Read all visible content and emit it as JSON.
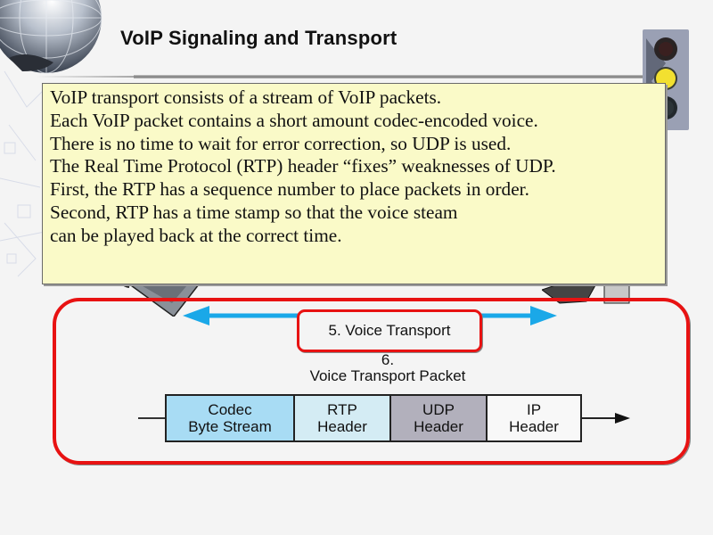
{
  "slide": {
    "title": "VoIP Signaling and Transport",
    "body_lines": [
      "VoIP transport consists of a stream of VoIP packets.",
      "Each VoIP packet contains a short amount codec-encoded voice.",
      "There is no time to wait for error correction, so UDP is used.",
      "The Real Time Protocol (RTP) header “fixes” weaknesses of UDP.",
      "First, the RTP has a sequence number to place packets in order.",
      "Second, RTP has a time stamp so that the voice steam",
      "can be played back at the correct time."
    ],
    "traffic_light": {
      "active": "yellow"
    },
    "icons": [
      "globe-icon",
      "traffic-light-icon",
      "telephone-icon",
      "computer-icon"
    ]
  },
  "diagram": {
    "transport_label": "5. Voice Transport",
    "packet_number": "6.",
    "packet_title": "Voice Transport Packet",
    "cells": [
      {
        "line1": "Codec",
        "line2": "Byte Stream",
        "color": "#a8dcf4"
      },
      {
        "line1": "RTP",
        "line2": "Header",
        "color": "#d4ecf4"
      },
      {
        "line1": "UDP",
        "line2": "Header",
        "color": "#b2b0bc"
      },
      {
        "line1": "IP",
        "line2": "Header",
        "color": "#f8f8f8"
      }
    ],
    "colors": {
      "highlight": "#e81212",
      "arrow": "#1aa8e8",
      "textbox_bg": "#fafac8"
    }
  }
}
